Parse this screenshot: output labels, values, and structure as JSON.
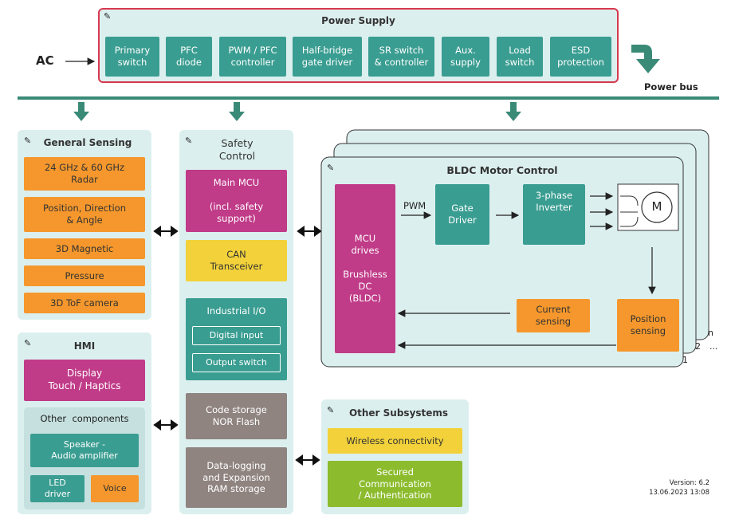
{
  "power_supply": {
    "title": "Power Supply",
    "ac_label": "AC",
    "power_bus_label": "Power bus",
    "items": [
      "Primary\nswitch",
      "PFC\ndiode",
      "PWM / PFC\ncontroller",
      "Half-bridge\ngate driver",
      "SR switch\n& controller",
      "Aux.\nsupply",
      "Load\nswitch",
      "ESD\nprotection"
    ]
  },
  "general_sensing": {
    "title": "General Sensing",
    "items": [
      "24 GHz & 60 GHz\nRadar",
      "Position, Direction\n& Angle",
      "3D Magnetic",
      "Pressure",
      "3D ToF camera"
    ]
  },
  "hmi": {
    "title": "HMI",
    "display": "Display\nTouch / Haptics",
    "other_title": "Other  components",
    "speaker": "Speaker -\nAudio amplifier",
    "led": "LED\ndriver",
    "voice": "Voice"
  },
  "safety": {
    "title": "Safety\nControl",
    "main_mcu": "Main MCU\n\n(incl. safety\nsupport)",
    "can": "CAN\nTransceiver",
    "io_title": "Industrial I/O",
    "digital_input": "Digital input",
    "output_switch": "Output switch",
    "code_storage": "Code storage\nNOR Flash",
    "ram": "Data-logging\nand Expansion\nRAM storage"
  },
  "bldc": {
    "title": "BLDC Motor Control",
    "mcu": "MCU\ndrives\n\nBrushless\nDC\n(BLDC)",
    "pwm": "PWM",
    "gate": "Gate\nDriver",
    "inverter": "3-phase\nInverter",
    "motor": "M",
    "current": "Current\nsensing",
    "position": "Position\nsensing",
    "stack_labels": [
      "1",
      "2",
      "n",
      "..."
    ]
  },
  "other_subsystems": {
    "title": "Other Subsystems",
    "wireless": "Wireless connectivity",
    "secured": "Secured\nCommunication\n/ Authentication"
  },
  "version": {
    "line1": "Version: 6.2",
    "line2": "13.06.2023 13:08"
  },
  "colors": {
    "teal": "#3a9d91",
    "orange": "#f5972c",
    "magenta": "#c03b88",
    "yellow": "#f2d13a",
    "gray": "#8f8480",
    "green": "#8cbc2e",
    "panel": "#dcefef",
    "power_border": "#d8384f"
  }
}
